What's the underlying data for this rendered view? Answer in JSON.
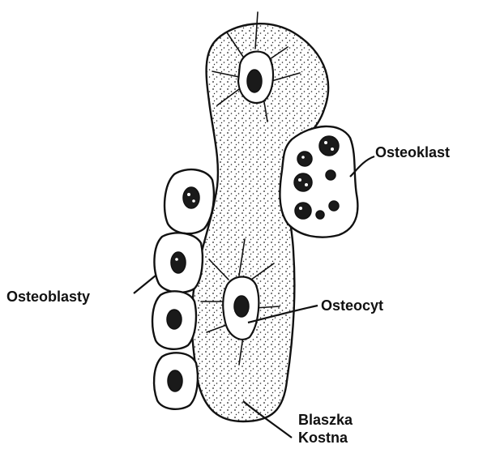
{
  "labels": {
    "osteoklast": "Osteoklast",
    "osteoblasty": "Osteoblasty",
    "osteocyt": "Osteocyt",
    "blaszka_line1": "Blaszka",
    "blaszka_line2": "Kostna"
  },
  "colors": {
    "ink": "#111111",
    "paper": "#ffffff"
  }
}
